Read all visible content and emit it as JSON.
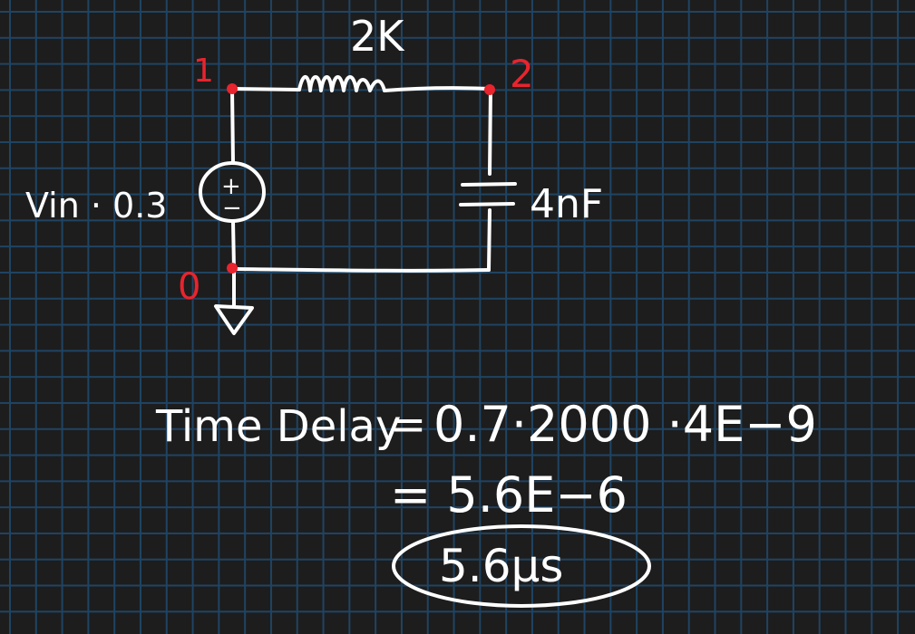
{
  "circuit": {
    "resistor_label": "2K",
    "capacitor_label": "4nF",
    "source_label": "Vin · 0.3",
    "source_polarity_plus": "+",
    "source_polarity_minus": "−",
    "nodes": [
      "1",
      "2",
      "0"
    ]
  },
  "calculation": {
    "line1_lhs": "Time Delay",
    "line1_eq": "=",
    "line1_rhs": "0.7·2000 ·4E−9",
    "line2": "= 5.6E−6",
    "result": "5.6μs"
  },
  "colors": {
    "background": "#1d1d1d",
    "grid": "#1f4463",
    "ink": "#ffffff",
    "node": "#e8242e"
  }
}
